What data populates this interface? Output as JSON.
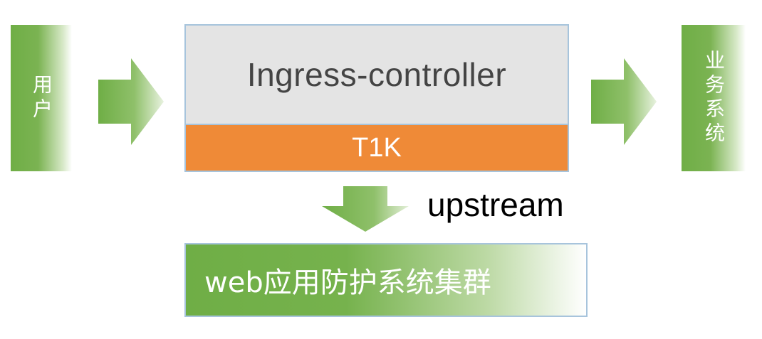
{
  "diagram": {
    "user_box": {
      "label": "用户"
    },
    "business_box": {
      "label": "业务系统"
    },
    "ingress": {
      "label": "Ingress-controller"
    },
    "t1k": {
      "label": "T1K"
    },
    "upstream": {
      "label": "upstream"
    },
    "waf_cluster": {
      "label": "web应用防护系统集群"
    }
  },
  "colors": {
    "green": "#6fae46",
    "orange": "#ef8a37",
    "gray": "#e4e4e4",
    "border": "#a7c4dc"
  },
  "icons": {
    "arrow_right": "arrow-right-icon",
    "arrow_down": "arrow-down-icon"
  }
}
